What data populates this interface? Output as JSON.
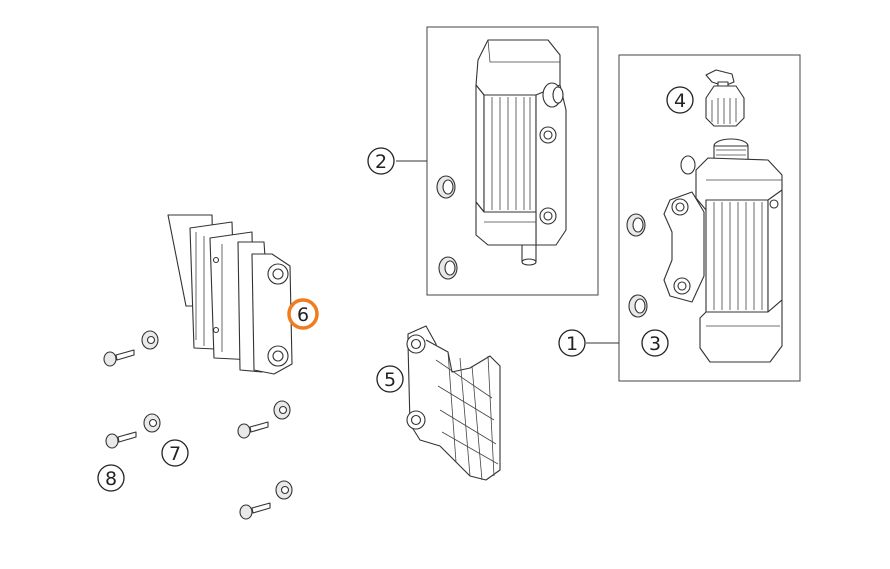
{
  "highlight_color": "#f07c1e",
  "callouts": [
    {
      "id": "1",
      "label": "1",
      "glyph": "①",
      "highlighted": false
    },
    {
      "id": "2",
      "label": "2",
      "glyph": "②",
      "highlighted": false
    },
    {
      "id": "3",
      "label": "3",
      "glyph": "③",
      "highlighted": false
    },
    {
      "id": "4",
      "label": "4",
      "glyph": "④",
      "highlighted": false
    },
    {
      "id": "5",
      "label": "5",
      "glyph": "⑤",
      "highlighted": false
    },
    {
      "id": "6",
      "label": "6",
      "glyph": "⑥",
      "highlighted": true
    },
    {
      "id": "7",
      "label": "7",
      "glyph": "⑦",
      "highlighted": false
    },
    {
      "id": "8",
      "label": "8",
      "glyph": "⑧",
      "highlighted": false
    }
  ],
  "parts": [
    {
      "icon": "radiator-left-icon"
    },
    {
      "icon": "radiator-right-icon"
    },
    {
      "icon": "radiator-cap-icon"
    },
    {
      "icon": "rubber-grommet-icon"
    },
    {
      "icon": "radiator-guard-icon"
    },
    {
      "icon": "radiator-bracket-icon"
    },
    {
      "icon": "collar-nut-icon"
    },
    {
      "icon": "flange-screw-icon"
    }
  ]
}
